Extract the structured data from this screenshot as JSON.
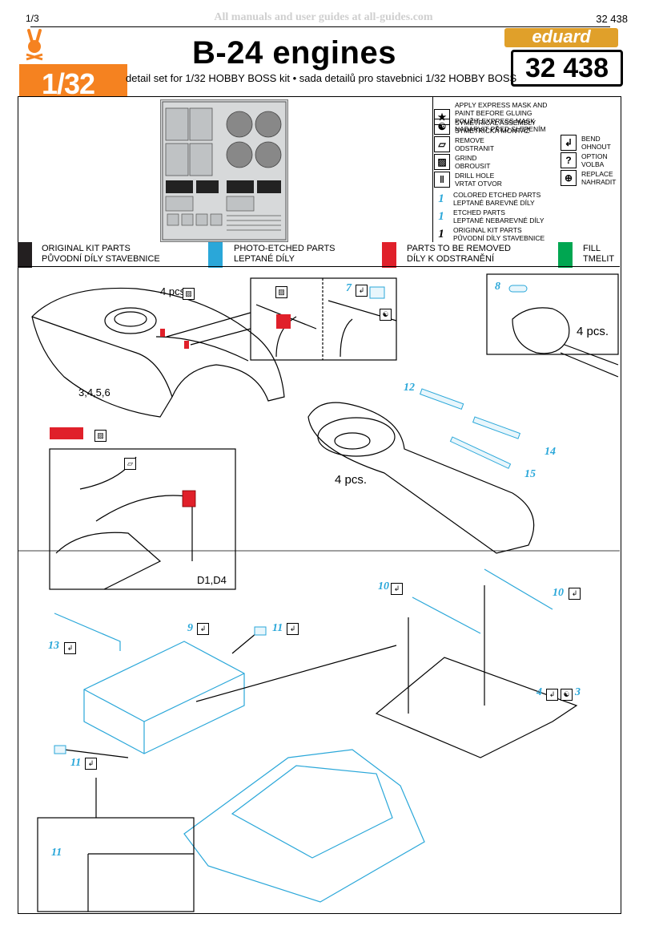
{
  "header": {
    "page": "1/3",
    "watermark": "All manuals and user guides at all-guides.com",
    "kit_number_top": "32 438",
    "scale": "1/32",
    "title": "B-24 engines",
    "subtitle": "detail set for 1/32 HOBBY BOSS kit • sada detailů pro stavebnici 1/32 HOBBY BOSS",
    "brand": "eduard",
    "kit_number": "32 438"
  },
  "legend": {
    "items": [
      {
        "icon": "star-icon",
        "glyph": "★",
        "text1": "APPLY EXPRESS MASK AND PAINT BEFORE GLUING",
        "text2": "POUŽIT EXPRESS MASK NABARVIT PŘED SLEPENÍM"
      },
      {
        "icon": "yin-yang-icon",
        "glyph": "☯",
        "text1": "SYMETRICAL ASSEMBLY",
        "text2": "SYMETRICKÁ MONTÁŽ"
      },
      {
        "icon": "remove-icon",
        "glyph": "▱",
        "text1": "REMOVE",
        "text2": "ODSTRANIT"
      },
      {
        "icon": "grind-icon",
        "glyph": "▨",
        "text1": "GRIND",
        "text2": "OBROUSIT"
      },
      {
        "icon": "drill-icon",
        "glyph": "‖",
        "text1": "DRILL HOLE",
        "text2": "VRTAT OTVOR"
      }
    ],
    "numbers": [
      {
        "sample": "1",
        "text1": "COLORED ETCHED PARTS",
        "text2": "LEPTANÉ BAREVNÉ DÍLY",
        "color": "#2aa7d9",
        "circle": true
      },
      {
        "sample": "1",
        "text1": "ETCHED PARTS",
        "text2": "LEPTANÉ NEBAREVNÉ DÍLY",
        "color": "#2aa7d9",
        "circle": false
      },
      {
        "sample": "1",
        "text1": "ORIGINAL KIT PARTS",
        "text2": "PŮVODNÍ DÍLY STAVEBNICE",
        "color": "#000000",
        "circle": false
      }
    ],
    "right": [
      {
        "icon": "bend-icon",
        "glyph": "↲",
        "text1": "BEND",
        "text2": "OHNOUT"
      },
      {
        "icon": "option-icon",
        "glyph": "?",
        "text1": "OPTION",
        "text2": "VOLBA"
      },
      {
        "icon": "replace-icon",
        "glyph": "⊕",
        "text1": "REPLACE",
        "text2": "NAHRADIT"
      }
    ]
  },
  "color_bar": [
    {
      "text1": "ORIGINAL KIT PARTS",
      "text2": "PŮVODNÍ DÍLY STAVEBNICE",
      "color": "#231f20"
    },
    {
      "text1": "PHOTO-ETCHED PARTS",
      "text2": "LEPTANÉ DÍLY",
      "color": "#2aa7d9"
    },
    {
      "text1": "PARTS TO BE REMOVED",
      "text2": "DÍLY K ODSTRANĚNÍ",
      "color": "#e0202a"
    },
    {
      "text1": "FILL",
      "text2": "TMELIT",
      "color": "#00a651"
    }
  ],
  "step1": {
    "qty_a": "4 pcs.",
    "parts_a": "3,4,5,6",
    "part7": "7",
    "part8": "8",
    "qty_b": "4 pcs.",
    "part12": "12",
    "part14": "14",
    "part15": "15",
    "qty_c": "4 pcs.",
    "parts_d": "D1,D4"
  },
  "step2": {
    "part9": "9",
    "part10a": "10",
    "part10b": "10",
    "part11a": "11",
    "part11b": "11",
    "part11c": "11",
    "part13": "13",
    "part4": "4",
    "part3": "3"
  },
  "colors": {
    "orange": "#f58220",
    "blue": "#2aa7d9",
    "red": "#e0202a",
    "brand": "#e0a02a"
  }
}
